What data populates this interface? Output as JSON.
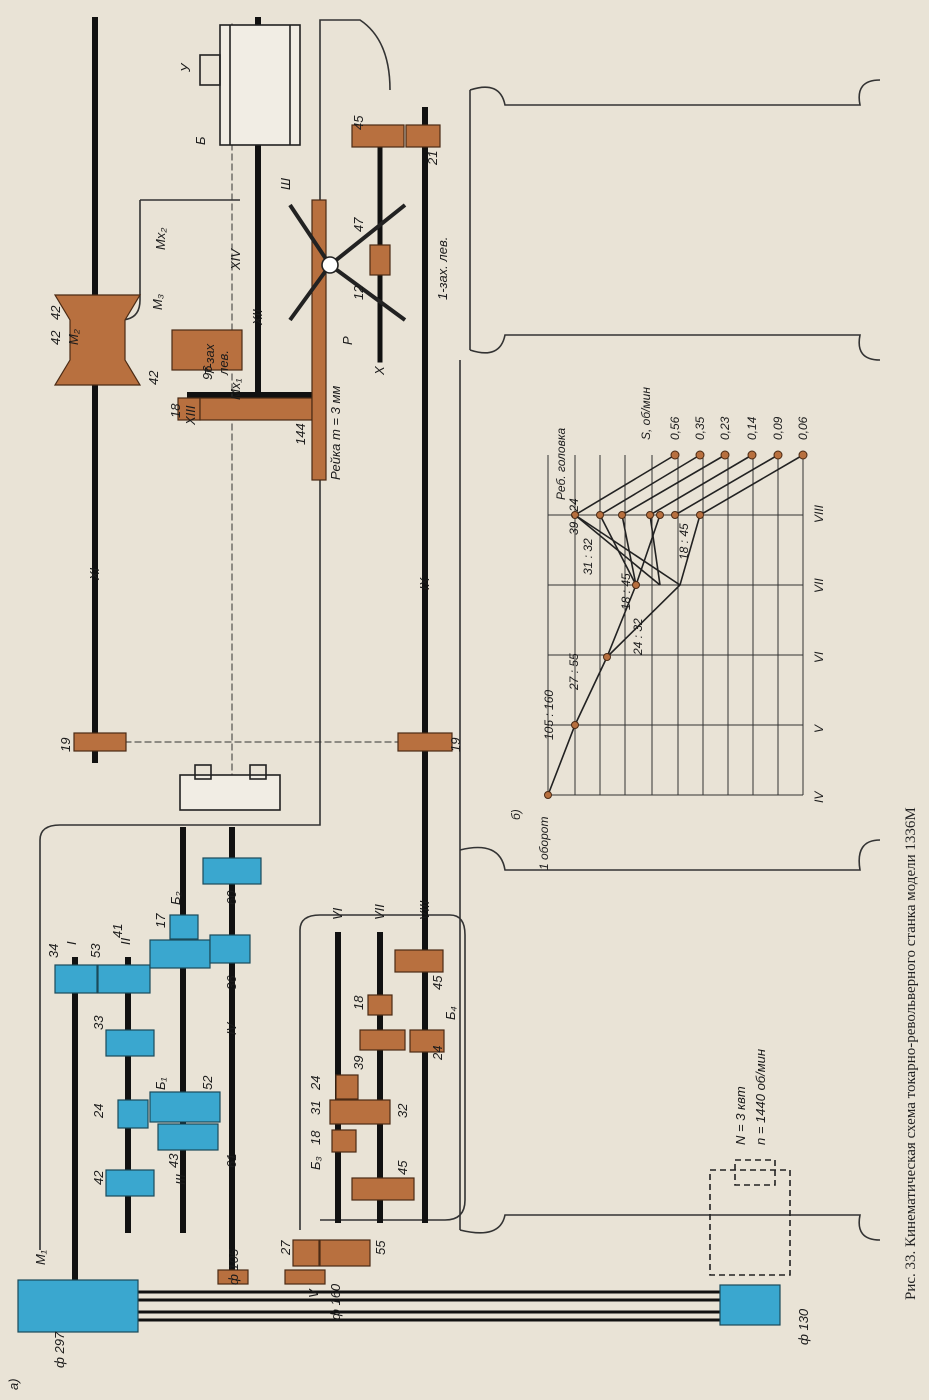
{
  "colors": {
    "paper": "#e9e3d6",
    "blue_gear": "#3aa7cf",
    "brown_gear": "#b8703f",
    "shaft": "#111111",
    "frame": "#333333"
  },
  "caption": "Рис. 33. Кинематическая схема токарно-револьверного станка модели 1336М",
  "part_a_label": "а)",
  "part_b_label": "б)",
  "motor": {
    "power": "N = 3 квт",
    "speed": "n = 1440 об/мин",
    "pulley": "ф 130"
  },
  "pulleys": {
    "main": "ф 297",
    "p105": "ф 105",
    "p160": "ф 160"
  },
  "clutches": {
    "m1": "M₁",
    "m2": "M₂",
    "m3": "M₃",
    "mx1": "Mx₁",
    "mx2": "Mx₂"
  },
  "blocks": {
    "b1": "Б₁",
    "b2": "Б₂",
    "b3": "Б₃",
    "b4": "Б₄",
    "bh": "Б",
    "y": "У"
  },
  "shafts": [
    "I",
    "II",
    "III",
    "IV",
    "V",
    "VI",
    "VII",
    "VIII",
    "IX",
    "X",
    "XI",
    "XII",
    "XIII",
    "XIV"
  ],
  "gears_blue": [
    "34",
    "53",
    "41",
    "33",
    "24",
    "42",
    "52",
    "43",
    "61",
    "17",
    "36",
    "60"
  ],
  "gears_brown": [
    "27",
    "55",
    "18",
    "31",
    "24",
    "39",
    "32",
    "45",
    "18",
    "24",
    "45",
    "19",
    "19",
    "18",
    "96",
    "42",
    "42",
    "42",
    "144",
    "45",
    "21",
    "47",
    "12"
  ],
  "labels": {
    "rack": "Рейка m = 3 мм",
    "worm_left1": "1-зах. лев.",
    "worm_left7a": "7-зах",
    "worm_left7b": "лев.",
    "sh": "Ш",
    "p": "Р"
  },
  "feed_chart": {
    "title_s": "S, об/мин",
    "rev_label": "Реб. головка",
    "start": "1 оборот",
    "axis_shafts": [
      "IV",
      "V",
      "VI",
      "VII",
      "VIII"
    ],
    "ratios": [
      "105 : 160",
      "27 : 55",
      "24 : 32",
      "31 : 32",
      "18 : 45",
      "39 : 24",
      "18 : 45"
    ],
    "feeds": [
      "0,56",
      "0,35",
      "0,23",
      "0,14",
      "0,09",
      "0,06"
    ]
  }
}
